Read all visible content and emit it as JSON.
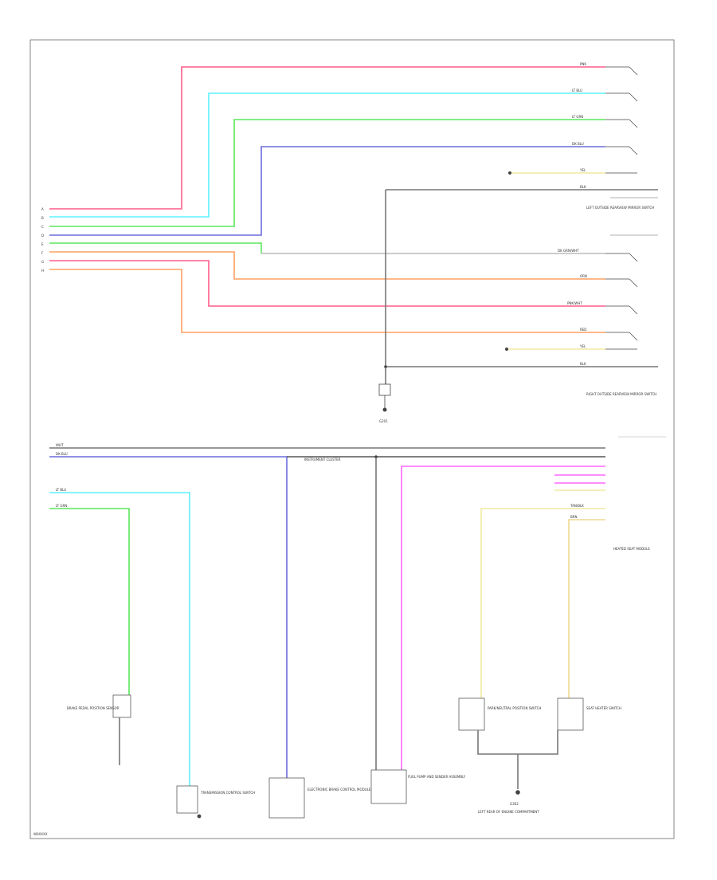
{
  "colors": {
    "pink": "#ff5c8a",
    "cyan": "#5cf2ff",
    "green": "#5ce65c",
    "blue": "#6b6bdd",
    "orange": "#ffa060",
    "magenta": "#ff66ff",
    "yellow": "#f2e9a0",
    "tan": "#f0d890",
    "gray": "#888888",
    "border": "#555555"
  },
  "footer": {
    "ref": "W0XXXX"
  },
  "connector_pins": [
    "A",
    "B",
    "C",
    "D",
    "E",
    "F",
    "G",
    "H"
  ],
  "wire_labels": {
    "pink": "PNK",
    "cyan": "LT BLU",
    "green": "LT GRN",
    "blue": "DK BLU",
    "dkgrn_wht": "DK GRN/WHT",
    "orn": "ORN",
    "pnk_wht": "PNK/WHT",
    "red": "RED",
    "yel": "YEL",
    "blk": "BLK",
    "wht": "WHT",
    "tan_blk": "TAN/BLK",
    "brn": "BRN"
  },
  "labels": {
    "lf_module": "LEFT OUTSIDE REARVIEW MIRROR SWITCH",
    "rf_module": "RIGHT OUTSIDE REARVIEW MIRROR SWITCH",
    "g1": "G201",
    "g2": "G302",
    "brake_switch": "BRAKE PEDAL POSITION SENSOR",
    "tcc": "TRANSMISSION CONTROL SWITCH",
    "ecm": "ELECTRONIC BRAKE CONTROL MODULE",
    "fuel_pump": "FUEL PUMP AND SENDER ASSEMBLY",
    "park_neutral": "PARK/NEUTRAL POSITION SWITCH",
    "seat_heater": "SEAT HEATER SWITCH",
    "ground_bottom": "LEFT REAR OF ENGINE COMPARTMENT",
    "inst_cluster": "INSTRUMENT CLUSTER",
    "heated_seat": "HEATED SEAT MODULE"
  }
}
